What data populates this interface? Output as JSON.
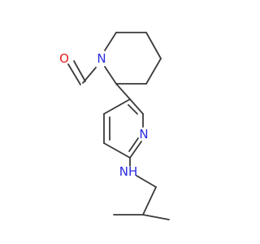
{
  "colors": {
    "bond": "#3a3a3a",
    "nitrogen": "#2a2ae0",
    "oxygen": "#e0201e"
  },
  "atoms": {
    "O": {
      "symbol": "O",
      "element": "oxygen"
    },
    "N1": {
      "symbol": "N",
      "element": "nitrogen"
    },
    "Npy": {
      "symbol": "N",
      "element": "nitrogen"
    },
    "NH": {
      "symbol": "NH",
      "element": "nitrogen"
    }
  }
}
